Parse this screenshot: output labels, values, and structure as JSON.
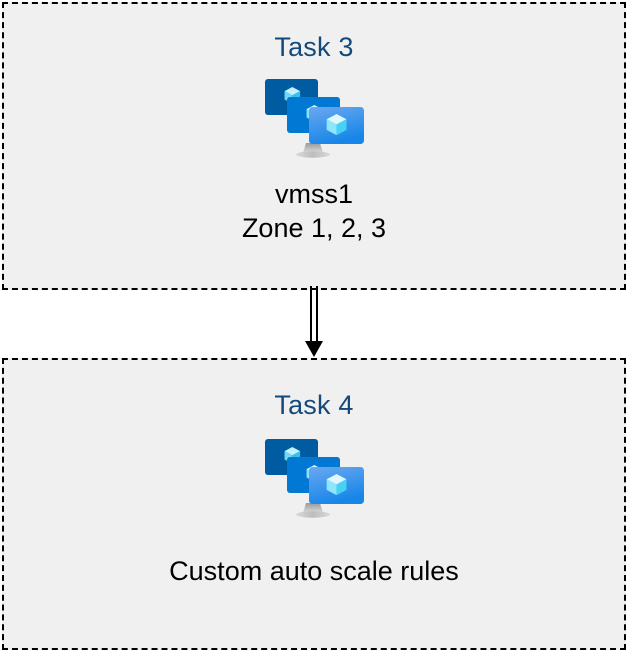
{
  "diagram": {
    "type": "flow",
    "background_color": "#ffffff",
    "box_fill_color": "#f0f0f0",
    "box_border_color": "#000000",
    "title_color": "#14497b",
    "caption_color": "#000000",
    "nodes": [
      {
        "id": "task3",
        "title": "Task 3",
        "icon": "vmss-icon",
        "caption": "vmss1\nZone 1, 2, 3"
      },
      {
        "id": "task4",
        "title": "Task 4",
        "icon": "vmss-icon",
        "caption": "Custom auto scale rules"
      }
    ],
    "connector": {
      "from": "task3",
      "to": "task4",
      "style": "double-line-arrow",
      "direction": "down",
      "color": "#000000"
    },
    "icon_palette": {
      "screen_back": "#005ba1",
      "screen_middle": "#0078d4",
      "screen_front_top": "#5ea0ef",
      "screen_front_bottom": "#1b8bea",
      "cube_light": "#c3f1ff",
      "cube_mid": "#9cebff",
      "cube_dark": "#50e6ff",
      "stand": "#b3b3b3"
    }
  }
}
